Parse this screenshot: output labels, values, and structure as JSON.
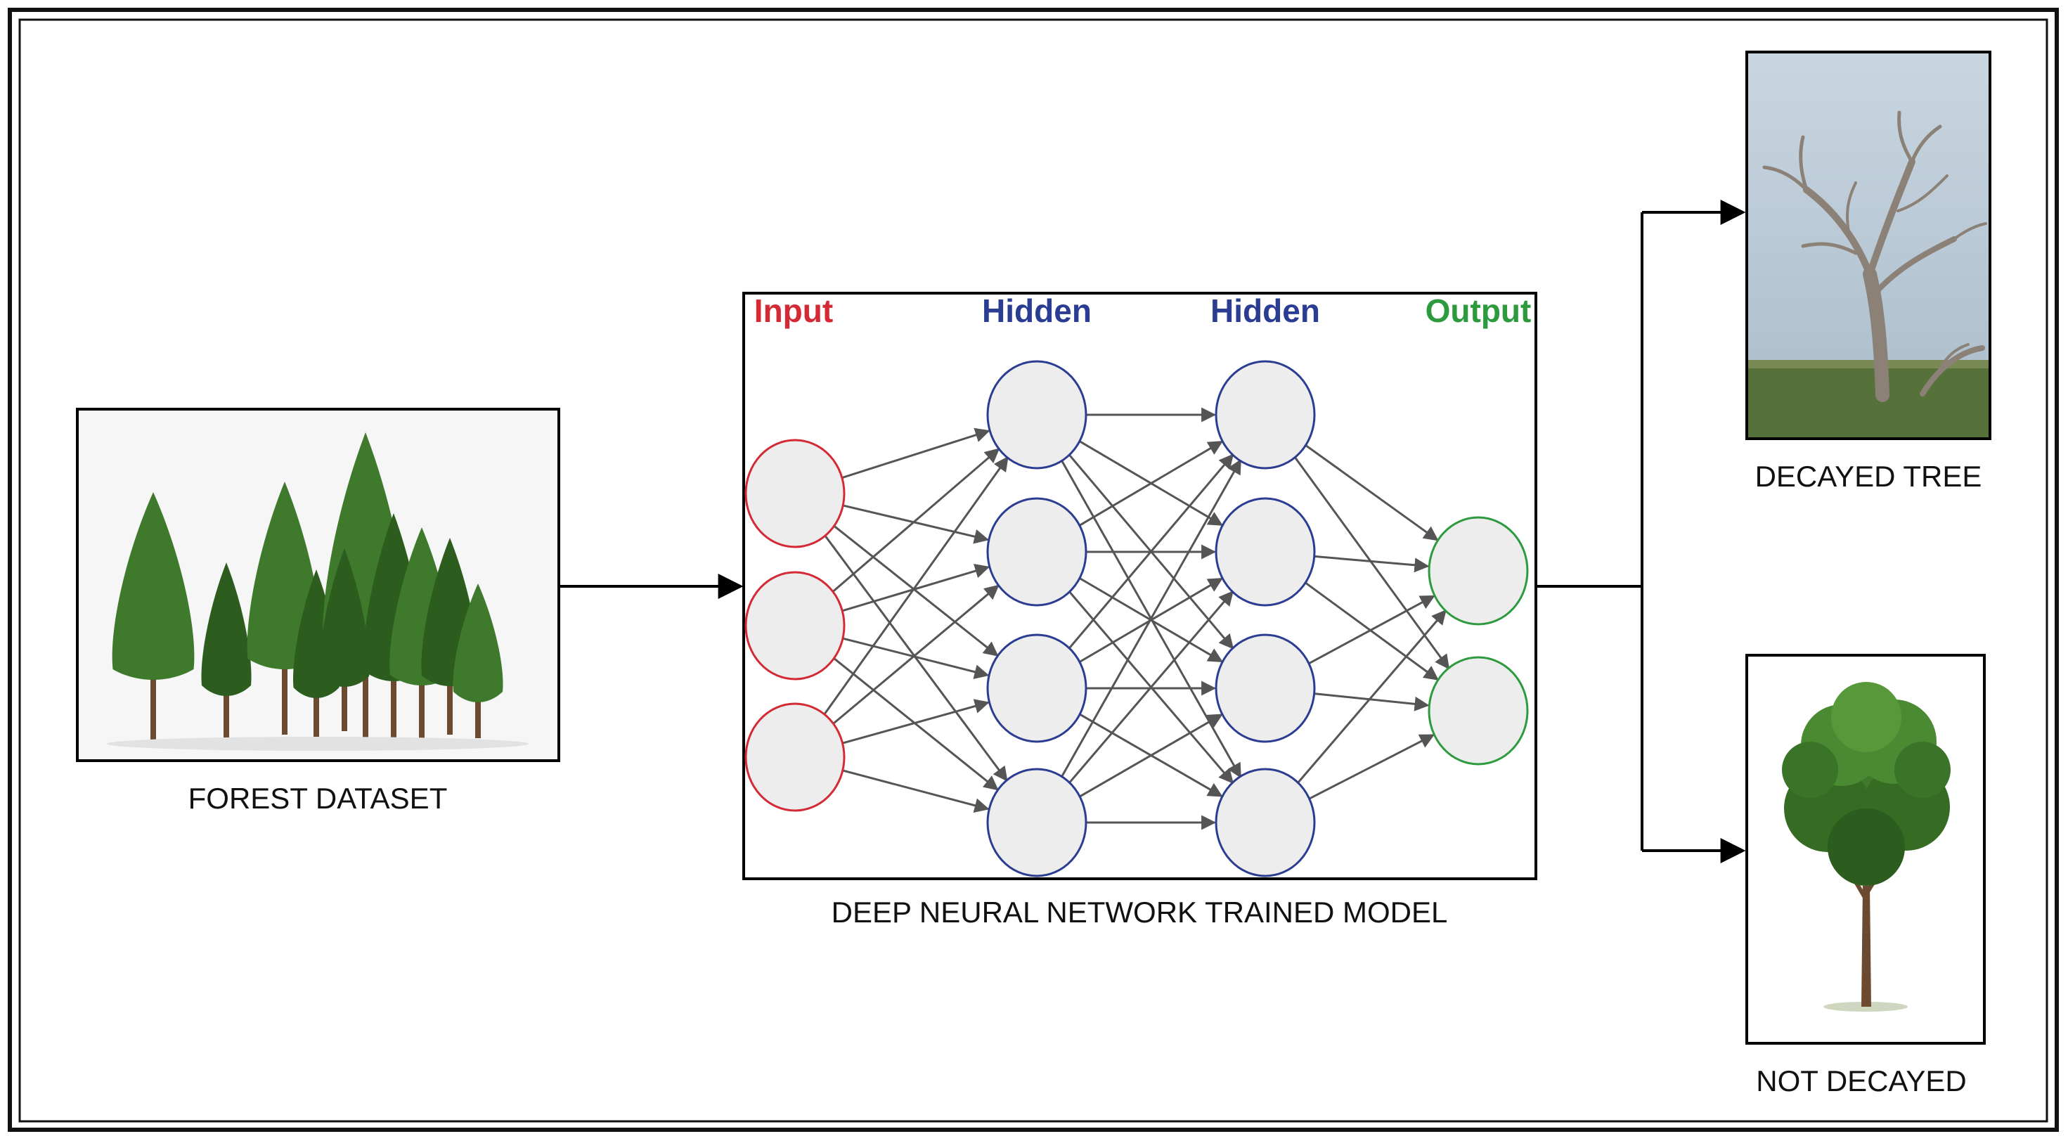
{
  "captions": {
    "dataset": "FOREST DATASET",
    "model": "DEEP NEURAL NETWORK TRAINED MODEL",
    "decayed": "DECAYED TREE",
    "not_decayed": "NOT DECAYED"
  },
  "network": {
    "layers": [
      {
        "label": "Input",
        "nodes": 3,
        "color": "#d42a35"
      },
      {
        "label": "Hidden",
        "nodes": 4,
        "color": "#2b3d92"
      },
      {
        "label": "Hidden",
        "nodes": 4,
        "color": "#2b3d92"
      },
      {
        "label": "Output",
        "nodes": 2,
        "color": "#2e9a3e"
      }
    ],
    "node_fill": "#ededed",
    "edge_color": "#555555"
  },
  "colors": {
    "frame": "#111111",
    "foliage": "#3f7a2c",
    "foliage_dark": "#2c5d1e",
    "trunk": "#6b4a2f",
    "sky": "#b9c9d6",
    "grass": "#4f6b2e",
    "dead_wood": "#8b8176"
  }
}
